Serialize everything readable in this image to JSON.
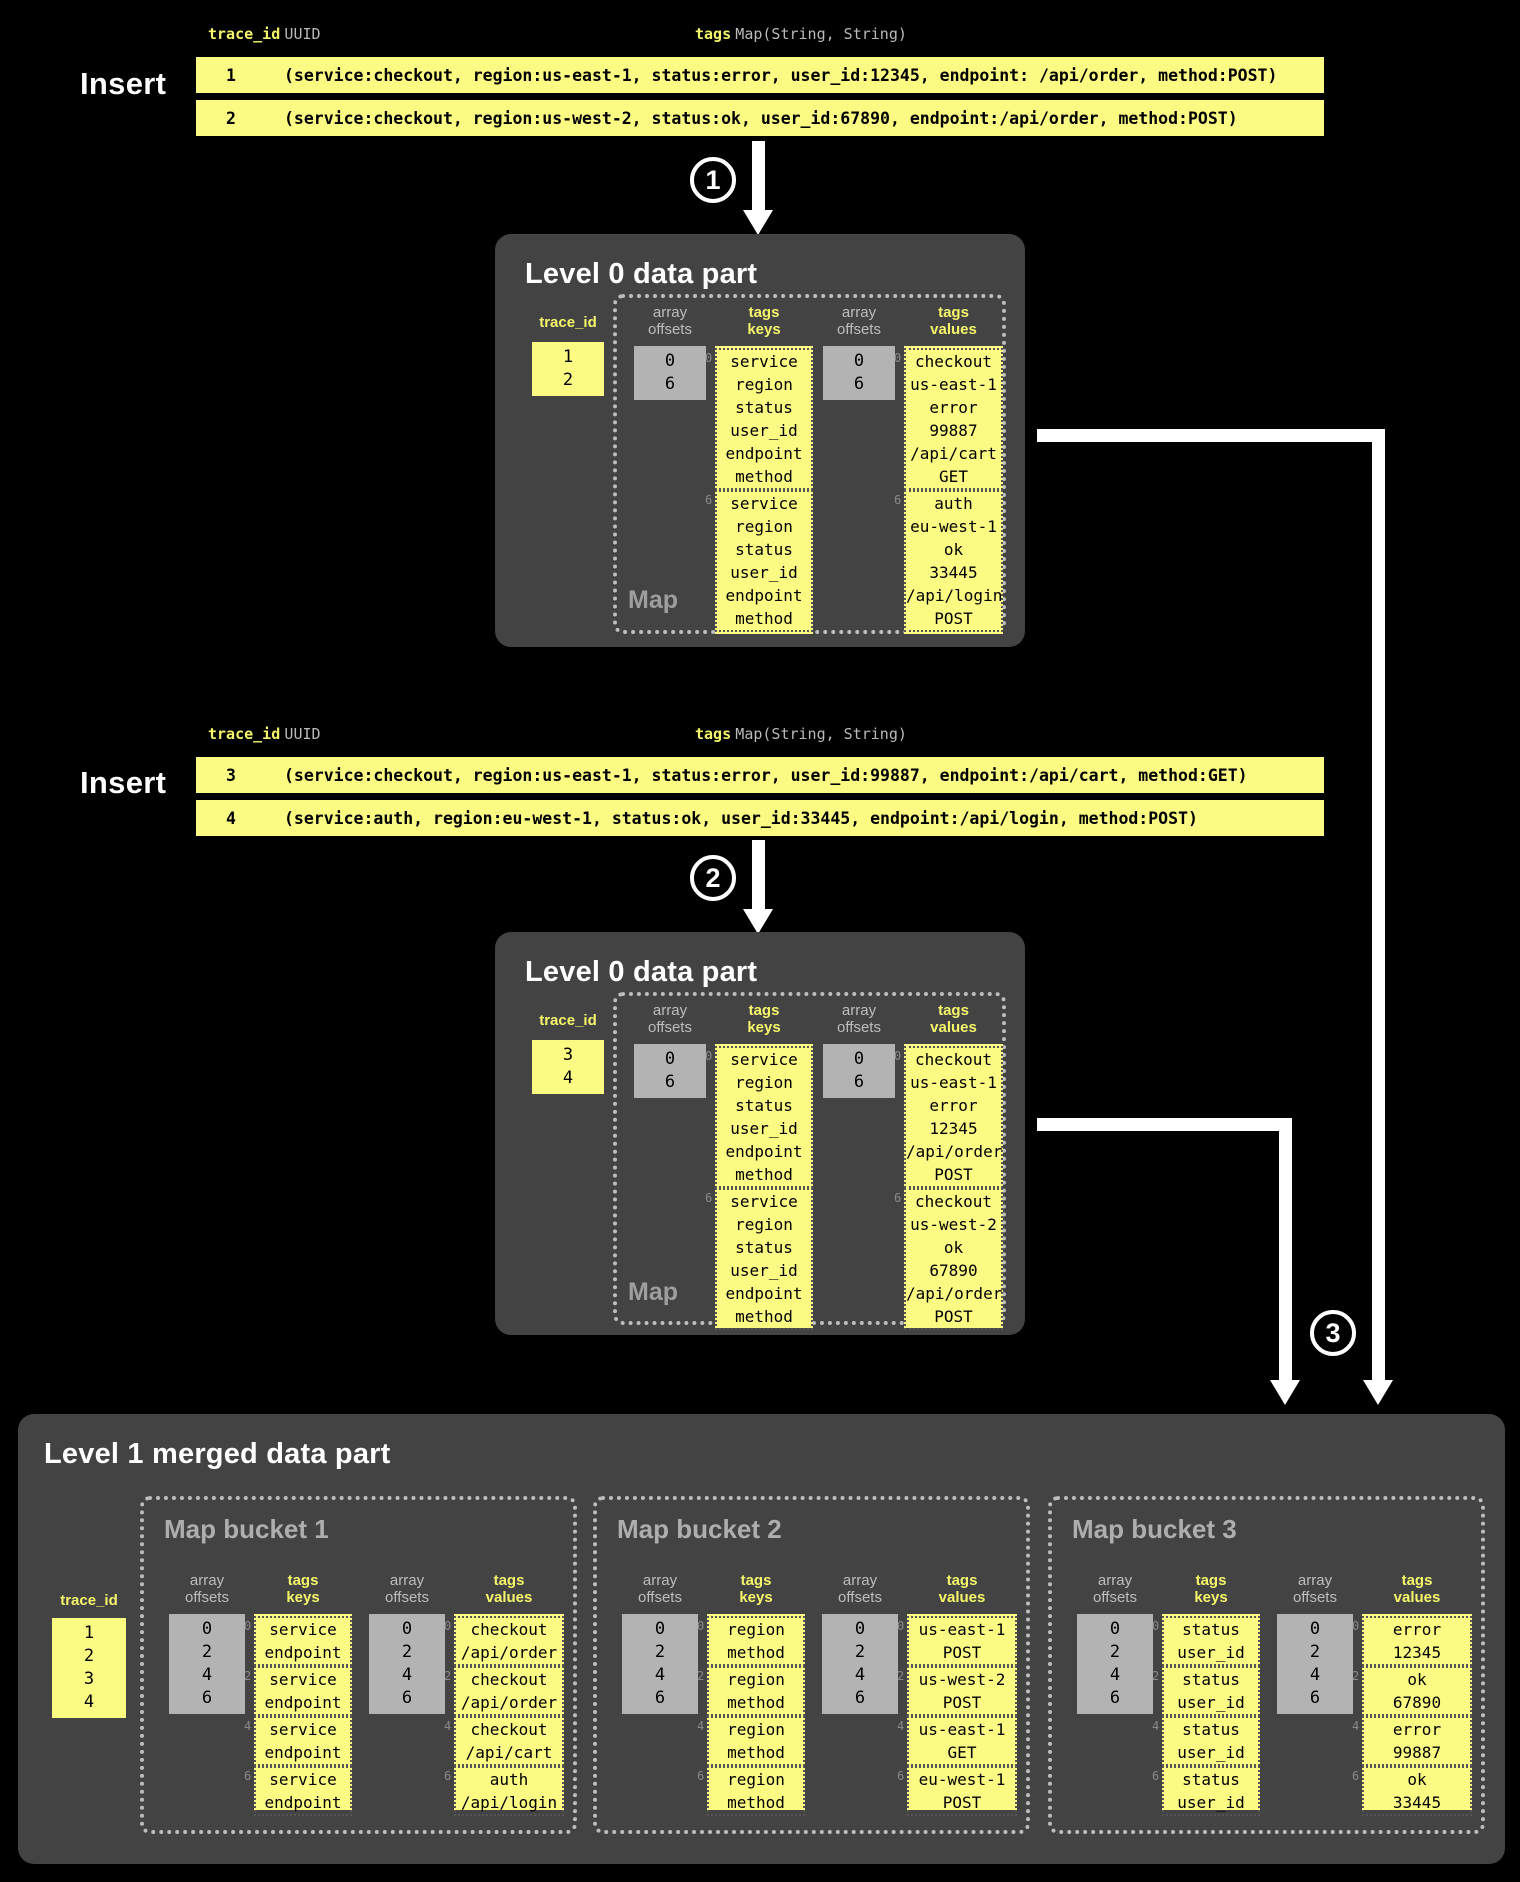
{
  "theme": {
    "background": "#000000",
    "panel": "#434343",
    "highlight_yellow": "#fbfb84",
    "offsets_grey": "#b3b3b3",
    "caption_grey": "#bdbdbd",
    "accent_yellow_text": "#f5f56b"
  },
  "insert1": {
    "label": "Insert",
    "columns": [
      {
        "name": "trace_id",
        "type": "UUID"
      },
      {
        "name": "tags",
        "type": "Map(String, String)"
      }
    ],
    "rows": [
      {
        "trace_id": "1",
        "tags": "(service:checkout, region:us-east-1, status:error, user_id:12345, endpoint: /api/order, method:POST)"
      },
      {
        "trace_id": "2",
        "tags": "(service:checkout, region:us-west-2, status:ok, user_id:67890, endpoint:/api/order, method:POST)"
      }
    ]
  },
  "insert2": {
    "label": "Insert",
    "columns": [
      {
        "name": "trace_id",
        "type": "UUID"
      },
      {
        "name": "tags",
        "type": "Map(String, String)"
      }
    ],
    "rows": [
      {
        "trace_id": "3",
        "tags": "(service:checkout, region:us-east-1, status:error, user_id:99887, endpoint:/api/cart, method:GET)"
      },
      {
        "trace_id": "4",
        "tags": "(service:auth, region:eu-west-1, status:ok, user_id:33445, endpoint:/api/login, method:POST)"
      }
    ]
  },
  "steps": {
    "one": "1",
    "two": "2",
    "three": "3"
  },
  "part1": {
    "title": "Level 0 data part",
    "map_caption": "Map",
    "trace_id_caption": "trace_id",
    "trace_ids": [
      "1",
      "2"
    ],
    "keys_caption_l1": "array",
    "keys_caption_l2": "offsets",
    "tags_keys_caption_l1": "tags",
    "tags_keys_caption_l2": "keys",
    "tags_values_caption_l1": "tags",
    "tags_values_caption_l2": "values",
    "keys_offsets": [
      "0",
      "6"
    ],
    "values_offsets": [
      "0",
      "6"
    ],
    "keys_groups": [
      {
        "index": "0",
        "items": [
          "service",
          "region",
          "status",
          "user_id",
          "endpoint",
          "method"
        ]
      },
      {
        "index": "6",
        "items": [
          "service",
          "region",
          "status",
          "user_id",
          "endpoint",
          "method"
        ]
      }
    ],
    "values_groups": [
      {
        "index": "0",
        "items": [
          "checkout",
          "us-east-1",
          "error",
          "99887",
          "/api/cart",
          "GET"
        ]
      },
      {
        "index": "6",
        "items": [
          "auth",
          "eu-west-1",
          "ok",
          "33445",
          "/api/login",
          "POST"
        ]
      }
    ]
  },
  "part2": {
    "title": "Level 0 data part",
    "map_caption": "Map",
    "trace_id_caption": "trace_id",
    "trace_ids": [
      "3",
      "4"
    ],
    "keys_caption_l1": "array",
    "keys_caption_l2": "offsets",
    "tags_keys_caption_l1": "tags",
    "tags_keys_caption_l2": "keys",
    "tags_values_caption_l1": "tags",
    "tags_values_caption_l2": "values",
    "keys_offsets": [
      "0",
      "6"
    ],
    "values_offsets": [
      "0",
      "6"
    ],
    "keys_groups": [
      {
        "index": "0",
        "items": [
          "service",
          "region",
          "status",
          "user_id",
          "endpoint",
          "method"
        ]
      },
      {
        "index": "6",
        "items": [
          "service",
          "region",
          "status",
          "user_id",
          "endpoint",
          "method"
        ]
      }
    ],
    "values_groups": [
      {
        "index": "0",
        "items": [
          "checkout",
          "us-east-1",
          "error",
          "12345",
          "/api/order",
          "POST"
        ]
      },
      {
        "index": "6",
        "items": [
          "checkout",
          "us-west-2",
          "ok",
          "67890",
          "/api/order",
          "POST"
        ]
      }
    ]
  },
  "merged": {
    "title": "Level 1 merged data part",
    "trace_id_caption": "trace_id",
    "trace_ids": [
      "1",
      "2",
      "3",
      "4"
    ],
    "offsets_caption_l1": "array",
    "offsets_caption_l2": "offsets",
    "keys_caption_l1": "tags",
    "keys_caption_l2": "keys",
    "values_caption_l1": "tags",
    "values_caption_l2": "values",
    "buckets": [
      {
        "title": "Map bucket 1",
        "keys_offsets": [
          "0",
          "2",
          "4",
          "6"
        ],
        "values_offsets": [
          "0",
          "2",
          "4",
          "6"
        ],
        "keys_groups": [
          {
            "index": "0",
            "items": [
              "service",
              "endpoint"
            ]
          },
          {
            "index": "2",
            "items": [
              "service",
              "endpoint"
            ]
          },
          {
            "index": "4",
            "items": [
              "service",
              "endpoint"
            ]
          },
          {
            "index": "6",
            "items": [
              "service",
              "endpoint"
            ]
          }
        ],
        "values_groups": [
          {
            "index": "0",
            "items": [
              "checkout",
              "/api/order"
            ]
          },
          {
            "index": "2",
            "items": [
              "checkout",
              "/api/order"
            ]
          },
          {
            "index": "4",
            "items": [
              "checkout",
              "/api/cart"
            ]
          },
          {
            "index": "6",
            "items": [
              "auth",
              "/api/login"
            ]
          }
        ]
      },
      {
        "title": "Map bucket 2",
        "keys_offsets": [
          "0",
          "2",
          "4",
          "6"
        ],
        "values_offsets": [
          "0",
          "2",
          "4",
          "6"
        ],
        "keys_groups": [
          {
            "index": "0",
            "items": [
              "region",
              "method"
            ]
          },
          {
            "index": "2",
            "items": [
              "region",
              "method"
            ]
          },
          {
            "index": "4",
            "items": [
              "region",
              "method"
            ]
          },
          {
            "index": "6",
            "items": [
              "region",
              "method"
            ]
          }
        ],
        "values_groups": [
          {
            "index": "0",
            "items": [
              "us-east-1",
              "POST"
            ]
          },
          {
            "index": "2",
            "items": [
              "us-west-2",
              "POST"
            ]
          },
          {
            "index": "4",
            "items": [
              "us-east-1",
              "GET"
            ]
          },
          {
            "index": "6",
            "items": [
              "eu-west-1",
              "POST"
            ]
          }
        ]
      },
      {
        "title": "Map bucket 3",
        "keys_offsets": [
          "0",
          "2",
          "4",
          "6"
        ],
        "values_offsets": [
          "0",
          "2",
          "4",
          "6"
        ],
        "keys_groups": [
          {
            "index": "0",
            "items": [
              "status",
              "user_id"
            ]
          },
          {
            "index": "2",
            "items": [
              "status",
              "user_id"
            ]
          },
          {
            "index": "4",
            "items": [
              "status",
              "user_id"
            ]
          },
          {
            "index": "6",
            "items": [
              "status",
              "user_id"
            ]
          }
        ],
        "values_groups": [
          {
            "index": "0",
            "items": [
              "error",
              "12345"
            ]
          },
          {
            "index": "2",
            "items": [
              "ok",
              "67890"
            ]
          },
          {
            "index": "4",
            "items": [
              "error",
              "99887"
            ]
          },
          {
            "index": "6",
            "items": [
              "ok",
              "33445"
            ]
          }
        ]
      }
    ]
  }
}
